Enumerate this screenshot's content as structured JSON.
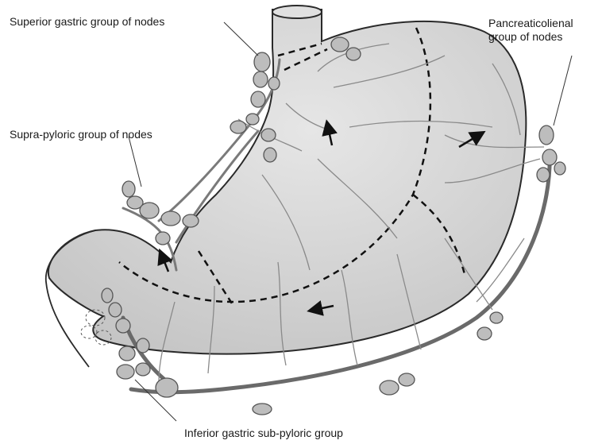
{
  "labels": {
    "superior_gastric": "Superior gastric group of nodes",
    "pancreaticolienal": "Pancreaticolienal group of nodes",
    "supra_pyloric": "Supra-pyloric group of nodes",
    "inferior_gastric": "Inferior gastric sub-pyloric group"
  },
  "colors": {
    "stomach_fill": "#d6d6d6",
    "outline": "#2a2a2a",
    "vessel": "#7a7a7a",
    "node_fill": "#bdbdbd",
    "dashed_boundary": "#111111"
  },
  "icons": [
    "flow-arrow-icon"
  ]
}
